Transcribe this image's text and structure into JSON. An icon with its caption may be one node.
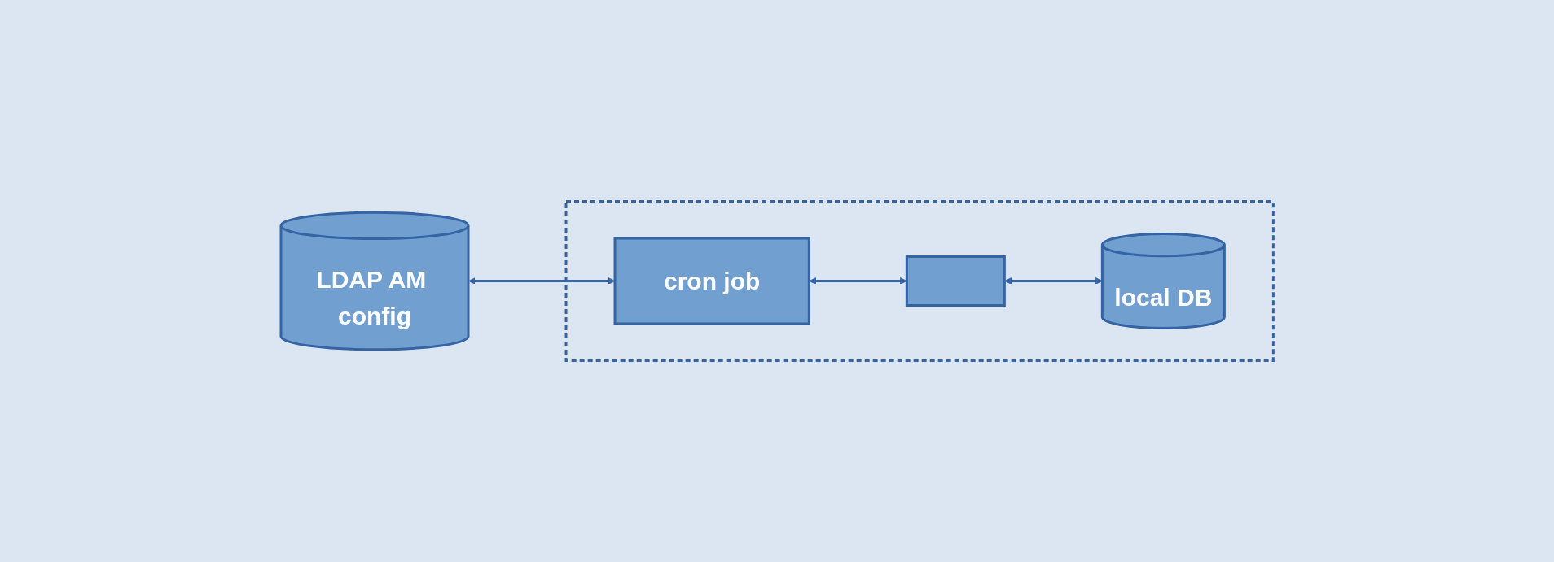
{
  "diagram": {
    "nodes": [
      {
        "text": [
          "LDAP AM config"
        ]
      },
      {
        "text": [],
        "shape": "box"
      },
      {
        "text": [
          "cron job"
        ],
        "in": 1
      },
      {
        "text": [],
        "shape": "box",
        "in": 1
      },
      {
        "text": [
          "local DB"
        ],
        "in": 1
      }
    ],
    "edges": [
      {
        "from": 0,
        "to": 2,
        "arrow": "both"
      },
      {
        "from": 2,
        "to": 3,
        "arrow": "both"
      },
      {
        "from": 3,
        "to": 4,
        "arrow": "both"
      }
    ]
  }
}
